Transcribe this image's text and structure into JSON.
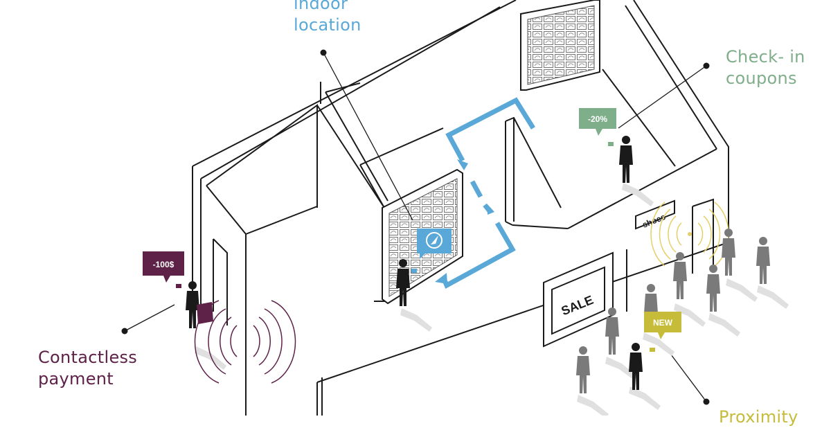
{
  "callouts": {
    "indoor_location": [
      "indoor",
      "location"
    ],
    "checkin_coupons": [
      "Check- in",
      "coupons"
    ],
    "contactless_payment": [
      "Contactless",
      "payment"
    ],
    "proximity": [
      "Proximity"
    ]
  },
  "tags": {
    "payment_price": "-100$",
    "coupon_discount": "-20%",
    "proximity_new": "NEW"
  },
  "signs": {
    "sale": "SALE",
    "shoes": "shoes"
  },
  "icons": {
    "navigation": "navigation-arrow-icon",
    "nfc": "nfc-signal-waves-icon",
    "beacon": "beacon-signal-waves-icon",
    "route": "route-arrows-icon",
    "person": "person-icon",
    "shelf": "shoe-shelf-icon"
  },
  "colors": {
    "indoor_location": "#5aa8d8",
    "checkin_coupons": "#7fae8a",
    "contactless_payment": "#5e2148",
    "proximity": "#c6bc3a",
    "beacon_waves": "#e6cf6a",
    "person": "#1a1a1a",
    "crowd": "#7a7a7a",
    "outline": "#1a1a1a"
  }
}
